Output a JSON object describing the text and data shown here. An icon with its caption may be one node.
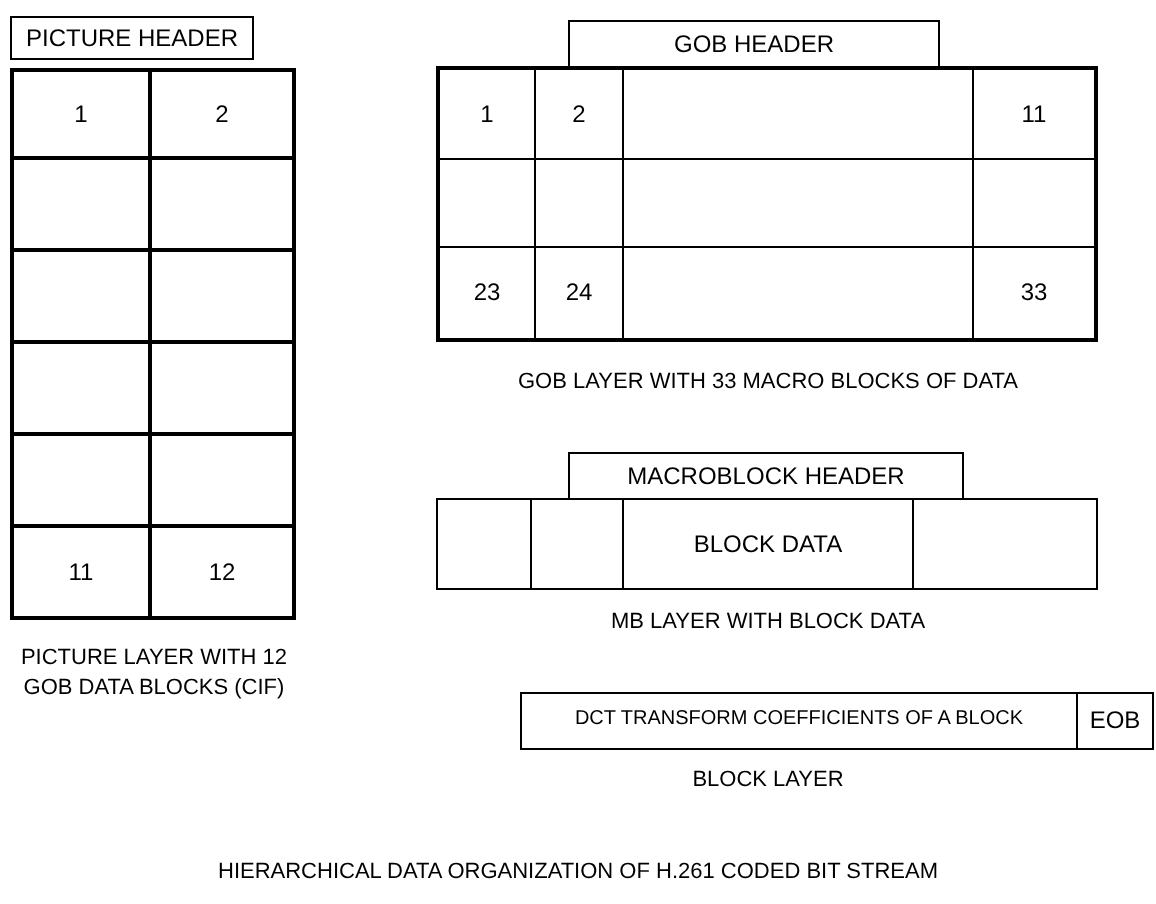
{
  "diagram": {
    "caption": "HIERARCHICAL DATA ORGANIZATION OF H.261 CODED BIT STREAM",
    "nodes": [
      {
        "text": [
          "PICTURE HEADER"
        ]
      },
      {
        "text": [
          "1"
        ]
      },
      {
        "text": [
          "2"
        ]
      },
      {
        "text": [],
        "shape": "box"
      },
      {
        "text": [],
        "shape": "box"
      },
      {
        "text": [],
        "shape": "box"
      },
      {
        "text": [],
        "shape": "box"
      },
      {
        "text": [],
        "shape": "box"
      },
      {
        "text": [],
        "shape": "box"
      },
      {
        "text": [],
        "shape": "box"
      },
      {
        "text": [],
        "shape": "box"
      },
      {
        "text": [
          "11"
        ]
      },
      {
        "text": [
          "12"
        ]
      },
      {
        "text": [
          "GOB HEADER"
        ]
      },
      {
        "text": [
          "1"
        ]
      },
      {
        "text": [
          "2"
        ]
      },
      {
        "text": [],
        "shape": "box"
      },
      {
        "text": [
          "11"
        ]
      },
      {
        "text": [],
        "shape": "box"
      },
      {
        "text": [],
        "shape": "box"
      },
      {
        "text": [],
        "shape": "box"
      },
      {
        "text": [],
        "shape": "box"
      },
      {
        "text": [
          "23"
        ]
      },
      {
        "text": [
          "24"
        ]
      },
      {
        "text": [],
        "shape": "box"
      },
      {
        "text": [
          "33"
        ]
      },
      {
        "text": [
          "MACROBLOCK HEADER"
        ]
      },
      {
        "text": [],
        "shape": "box"
      },
      {
        "text": [],
        "shape": "box"
      },
      {
        "text": [
          "BLOCK DATA"
        ]
      },
      {
        "text": [],
        "shape": "box"
      },
      {
        "text": [
          "DCT TRANSFORM COEFFICIENTS OF A BLOCK"
        ]
      },
      {
        "text": [
          "EOB"
        ]
      }
    ],
    "labels": [
      "GOB LAYER WITH 33 MACRO BLOCKS OF DATA",
      "MB LAYER WITH BLOCK DATA",
      "PICTURE LAYER WITH 12 GOB DATA BLOCKS (CIF)",
      "BLOCK LAYER"
    ]
  }
}
